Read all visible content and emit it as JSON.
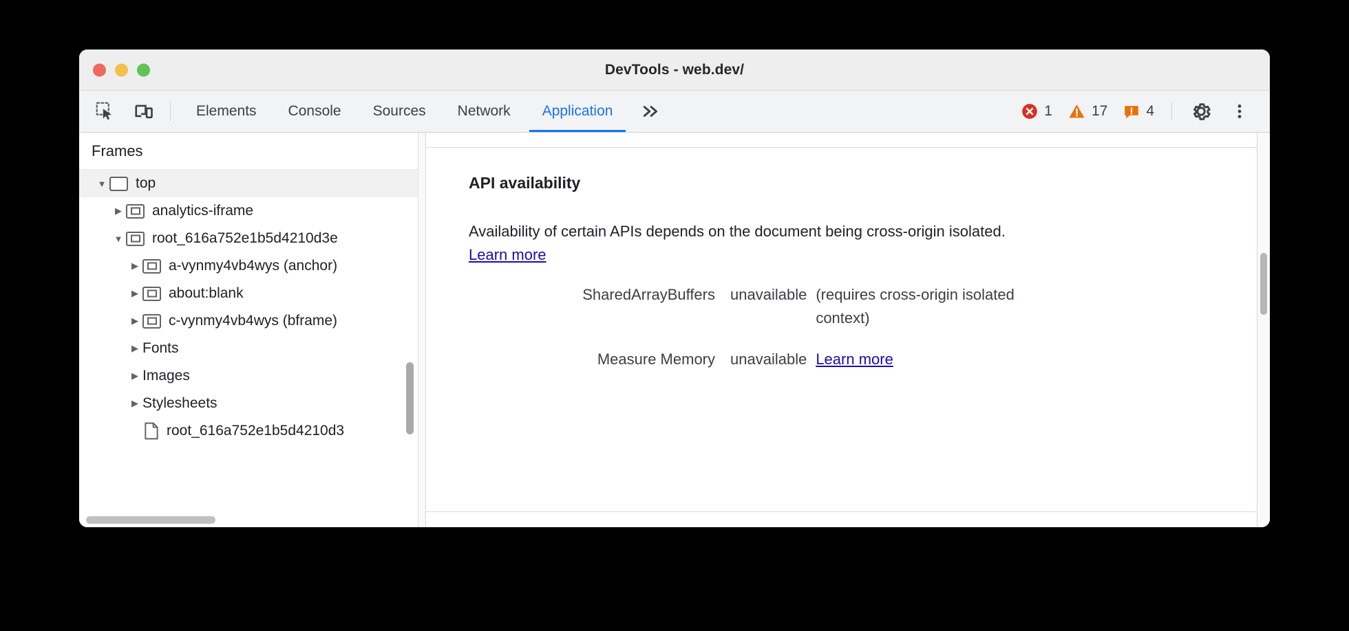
{
  "window": {
    "title": "DevTools - web.dev/",
    "traffic_lights": [
      "close",
      "minimize",
      "maximize"
    ]
  },
  "toolbar": {
    "inspect_icon": "inspect-element-icon",
    "device_icon": "device-toolbar-icon",
    "tabs": [
      {
        "label": "Elements",
        "active": false
      },
      {
        "label": "Console",
        "active": false
      },
      {
        "label": "Sources",
        "active": false
      },
      {
        "label": "Network",
        "active": false
      },
      {
        "label": "Application",
        "active": true
      }
    ],
    "more_tabs_label": "»",
    "counters": {
      "errors": "1",
      "warnings": "17",
      "issues": "4"
    },
    "settings_icon": "gear-icon",
    "more_icon": "kebab-menu-icon"
  },
  "sidebar": {
    "header": "Frames",
    "tree": [
      {
        "label": "top",
        "depth": 0,
        "twisty": "▼",
        "icon": "frame-top-icon",
        "selected": true
      },
      {
        "label": "analytics-iframe",
        "depth": 1,
        "twisty": "▶",
        "icon": "frame-icon",
        "selected": false
      },
      {
        "label": "root_616a752e1b5d4210d3e",
        "depth": 1,
        "twisty": "▼",
        "icon": "frame-icon",
        "selected": false
      },
      {
        "label": "a-vynmy4vb4wys (anchor)",
        "depth": 2,
        "twisty": "▶",
        "icon": "frame-icon",
        "selected": false
      },
      {
        "label": "about:blank",
        "depth": 2,
        "twisty": "▶",
        "icon": "frame-icon",
        "selected": false
      },
      {
        "label": "c-vynmy4vb4wys (bframe)",
        "depth": 2,
        "twisty": "▶",
        "icon": "frame-icon",
        "selected": false
      },
      {
        "label": "Fonts",
        "depth": 1,
        "twisty": "▶",
        "icon": "none",
        "selected": false
      },
      {
        "label": "Images",
        "depth": 1,
        "twisty": "▶",
        "icon": "none",
        "selected": false
      },
      {
        "label": "Stylesheets",
        "depth": 1,
        "twisty": "▶",
        "icon": "none",
        "selected": false
      },
      {
        "label": "root_616a752e1b5d4210d3",
        "depth": 2,
        "twisty": "",
        "icon": "document-icon",
        "selected": false
      }
    ]
  },
  "main": {
    "heading": "API availability",
    "paragraph_prefix": "Availability of certain APIs depends on the document being cross-origin isolated. ",
    "paragraph_link": "Learn more",
    "rows": [
      {
        "name": "SharedArrayBuffers",
        "value": "unavailable",
        "note": "(requires cross-origin isolated context)",
        "link": ""
      },
      {
        "name": "Measure Memory",
        "value": "unavailable",
        "note": "",
        "link": "Learn more"
      }
    ]
  },
  "colors": {
    "accent": "#1a73e8",
    "link": "#1a0dab",
    "error": "#d93025",
    "warning": "#e8710a",
    "issue": "#e8710a",
    "toolbar_bg": "#f1f3f4"
  }
}
